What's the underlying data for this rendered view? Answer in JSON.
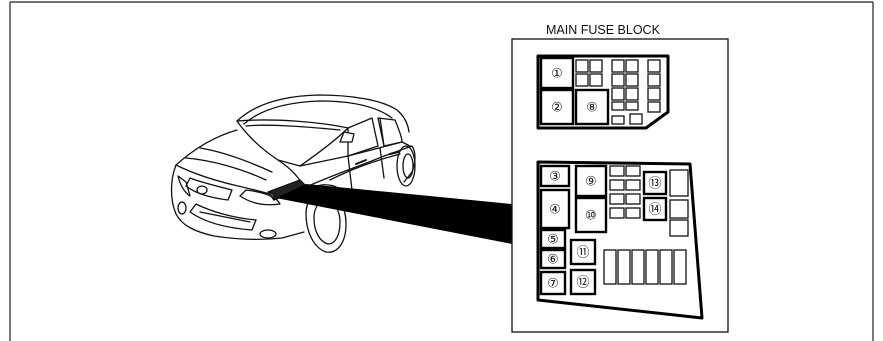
{
  "diagram": {
    "title": "MAIN FUSE BLOCK",
    "fuse_labels": [
      "①",
      "②",
      "③",
      "④",
      "⑤",
      "⑥",
      "⑦",
      "⑧",
      "⑨",
      "⑩",
      "⑪",
      "⑫",
      "⑬",
      "⑭"
    ]
  }
}
